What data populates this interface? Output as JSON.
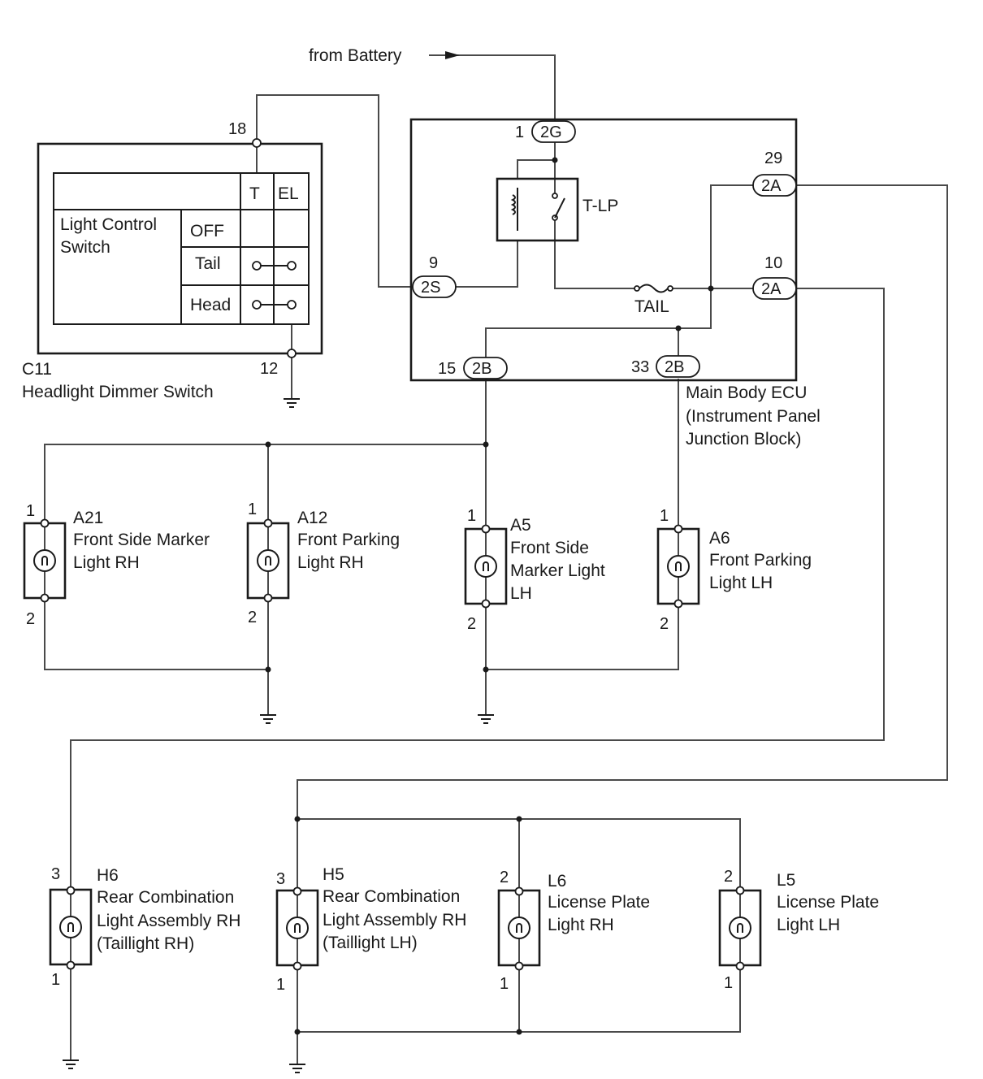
{
  "battery_label": "from Battery",
  "switch": {
    "pin_top": "18",
    "pin_bottom": "12",
    "col_t": "T",
    "col_el": "EL",
    "name_line1": "Light Control",
    "name_line2": "Switch",
    "rows": [
      "OFF",
      "Tail",
      "Head"
    ],
    "code": "C11",
    "title": "Headlight Dimmer Switch"
  },
  "ecu": {
    "title_line1": "Main Body ECU",
    "title_line2": "(Instrument Panel",
    "title_line3": "Junction Block)",
    "relay_label": "T-LP",
    "fuse_label": "TAIL",
    "connectors": [
      {
        "pin": "1",
        "code": "2G"
      },
      {
        "pin": "9",
        "code": "2S"
      },
      {
        "pin": "29",
        "code": "2A"
      },
      {
        "pin": "10",
        "code": "2A"
      },
      {
        "pin": "15",
        "code": "2B"
      },
      {
        "pin": "33",
        "code": "2B"
      }
    ]
  },
  "lamps": [
    {
      "code": "A21",
      "l1": "Front Side Marker",
      "l2": "Light RH",
      "l3": "",
      "pin_top": "1",
      "pin_bottom": "2"
    },
    {
      "code": "A12",
      "l1": "Front Parking",
      "l2": "Light RH",
      "l3": "",
      "pin_top": "1",
      "pin_bottom": "2"
    },
    {
      "code": "A5",
      "l1": "Front Side",
      "l2": "Marker Light",
      "l3": "LH",
      "pin_top": "1",
      "pin_bottom": "2"
    },
    {
      "code": "A6",
      "l1": "Front Parking",
      "l2": "Light LH",
      "l3": "",
      "pin_top": "1",
      "pin_bottom": "2"
    },
    {
      "code": "H6",
      "l1": "Rear Combination",
      "l2": "Light Assembly RH",
      "l3": "(Taillight RH)",
      "pin_top": "3",
      "pin_bottom": "1"
    },
    {
      "code": "H5",
      "l1": "Rear Combination",
      "l2": "Light Assembly RH",
      "l3": "(Taillight LH)",
      "pin_top": "3",
      "pin_bottom": "1"
    },
    {
      "code": "L6",
      "l1": "License Plate",
      "l2": "Light RH",
      "l3": "",
      "pin_top": "2",
      "pin_bottom": "1"
    },
    {
      "code": "L5",
      "l1": "License Plate",
      "l2": "Light LH",
      "l3": "",
      "pin_top": "2",
      "pin_bottom": "1"
    }
  ]
}
